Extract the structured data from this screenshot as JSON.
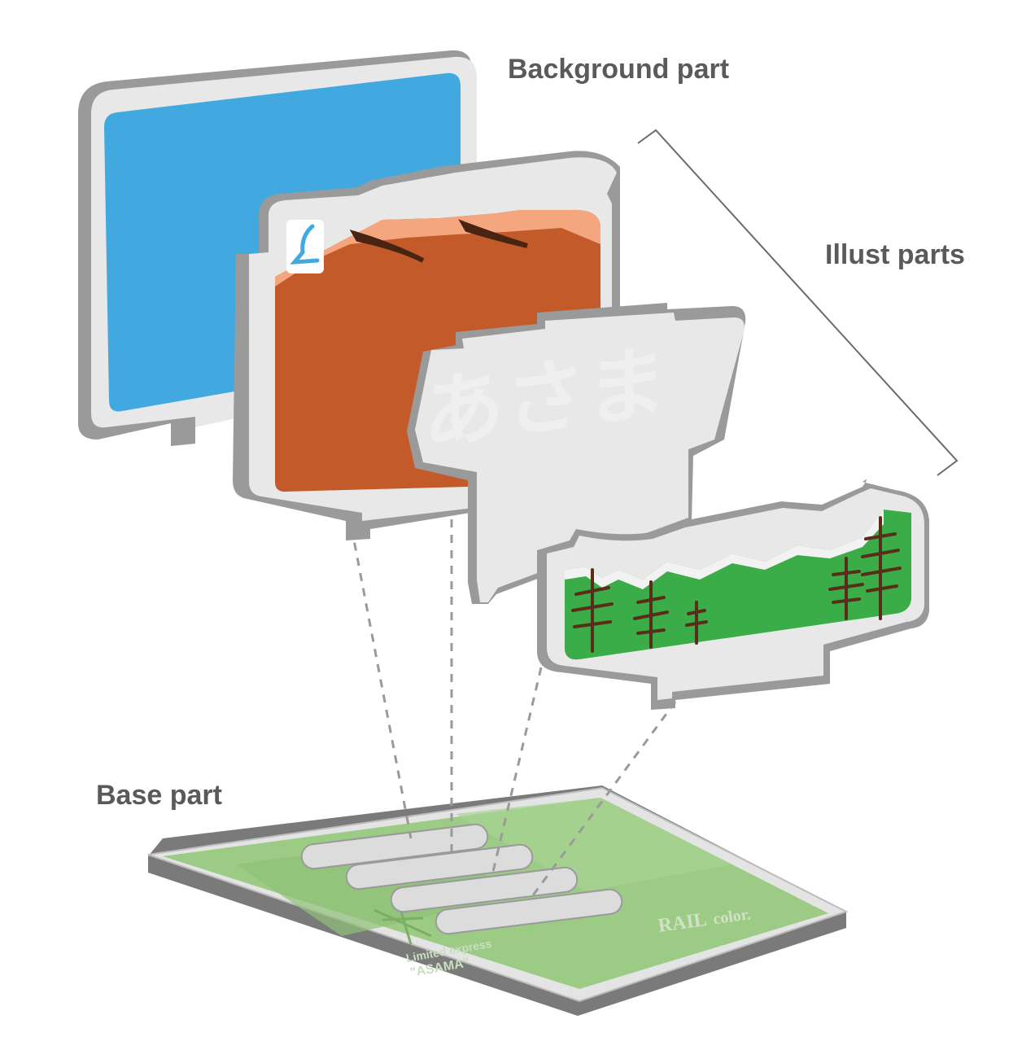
{
  "labels": {
    "background_part": "Background part",
    "illust_parts": "Illust parts",
    "base_part": "Base part"
  },
  "illust_text": "あさま",
  "base": {
    "caption_line1": "Limited express",
    "caption_line2": "\"ASAMA\"",
    "logo_bold": "RAIL",
    "logo_light": "color."
  },
  "colors": {
    "sky": "#41a9e0",
    "mountain": "#c35a2a",
    "mountain_ridge": "#f4a67e",
    "grass": "#3aad48",
    "tree": "#5a2d1a",
    "acrylic_face": "#e8e8e8",
    "acrylic_edge": "#9a9a9a",
    "base_green": "#9ccb86"
  }
}
